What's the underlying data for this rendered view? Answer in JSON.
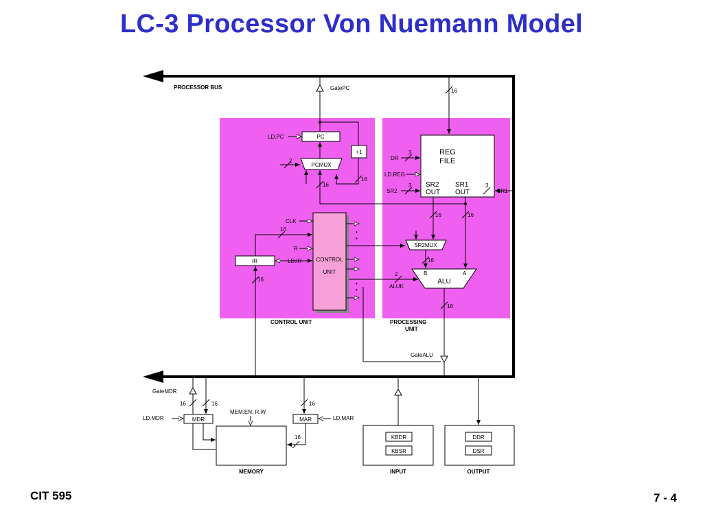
{
  "title": "LC-3 Processor Von Nuemann Model",
  "footer": {
    "course": "CIT 595",
    "page": "7 - 4"
  },
  "diagram": {
    "processor_bus": "PROCESSOR BUS",
    "gate_pc": "GatePC",
    "gate_alu": "GateALU",
    "gate_mdr": "GateMDR",
    "pc": "PC",
    "plus_one": "+1",
    "pcmux": "PCMUX",
    "ld_pc": "LD.PC",
    "reg_file_line1": "REG",
    "reg_file_line2": "FILE",
    "dr": "DR",
    "ld_reg": "LD.REG",
    "sr2": "SR2",
    "sr1": "SR1",
    "sr2_out_line1": "SR2",
    "sr2_out_line2": "OUT",
    "sr1_out_line1": "SR1",
    "sr1_out_line2": "OUT",
    "sr2mux": "SR2MUX",
    "alu": "ALU",
    "alu_b": "B",
    "alu_a": "A",
    "aluk": "ALUK",
    "clk": "CLK",
    "r": "R",
    "ir": "IR",
    "ld_ir": "LD.IR",
    "control_unit_line1": "CONTROL",
    "control_unit_line2": "UNIT",
    "control_unit_label": "CONTROL UNIT",
    "processing_unit_line1": "PROCESSING",
    "processing_unit_line2": "UNIT",
    "mdr": "MDR",
    "mar": "MAR",
    "ld_mdr": "LD.MDR",
    "ld_mar": "LD.MAR",
    "mem_en": "MEM.EN, R.W",
    "memory": "MEMORY",
    "kbdr": "KBDR",
    "kbsr": "KBSR",
    "input": "INPUT",
    "ddr": "DDR",
    "dsr": "DSR",
    "output": "OUTPUT",
    "w16": "16",
    "w3": "3",
    "w2": "2",
    "dots": "•"
  },
  "colors": {
    "title": "#2e2ec8",
    "unit_background": "#f060f0",
    "control_block": "#f7a0d8"
  }
}
